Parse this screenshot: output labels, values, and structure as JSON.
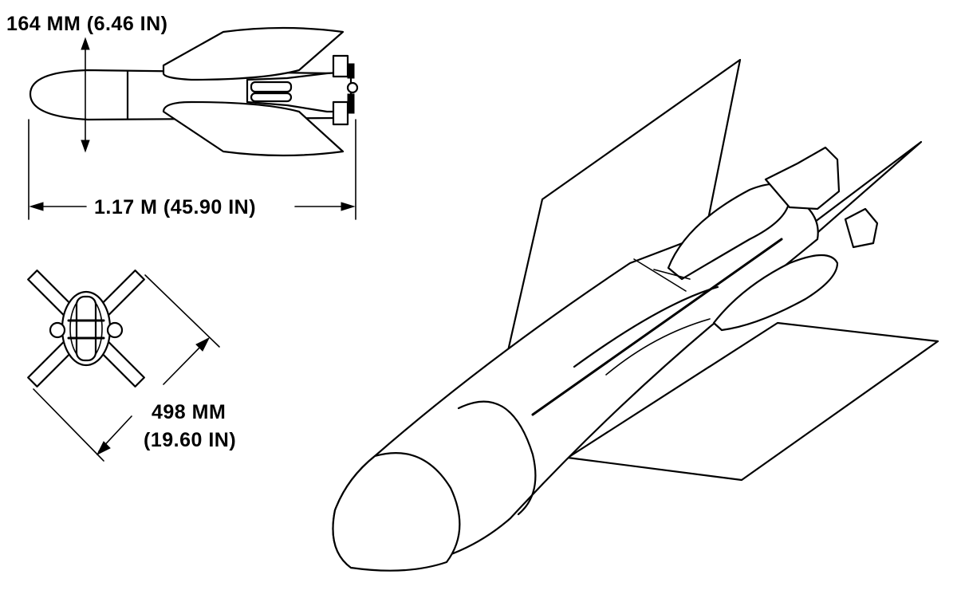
{
  "diagram": {
    "side_view": {
      "diameter_label": "164 MM (6.46 IN)",
      "length_label": "1.17 M (45.90 IN)"
    },
    "rear_view": {
      "span_label_line1": "498 MM",
      "span_label_line2": "(19.60 IN)"
    },
    "colors": {
      "ink": "#000000",
      "paper": "#ffffff"
    }
  }
}
